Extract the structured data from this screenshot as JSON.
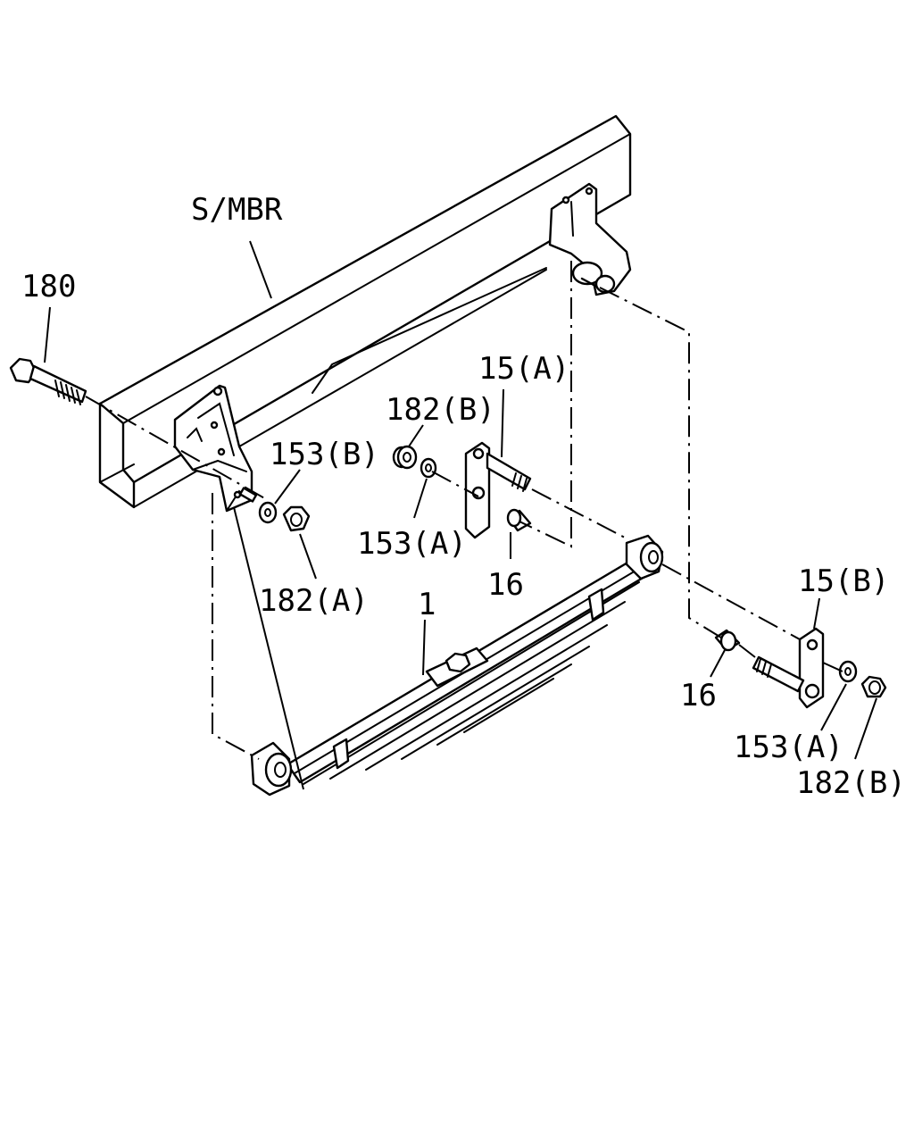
{
  "colors": {
    "line": "#000000",
    "background": "#ffffff"
  },
  "labels": {
    "side_member": "S/MBR",
    "bolt": "180",
    "shackle_a": "15(A)",
    "nut_b_upper": "182(B)",
    "washer_b": "153(B)",
    "washer_a_upper": "153(A)",
    "nut_a": "182(A)",
    "bushing_upper": "16",
    "leaf_spring": "1",
    "shackle_b": "15(B)",
    "bushing_lower": "16",
    "washer_a_lower": "153(A)",
    "nut_b_lower": "182(B)"
  }
}
